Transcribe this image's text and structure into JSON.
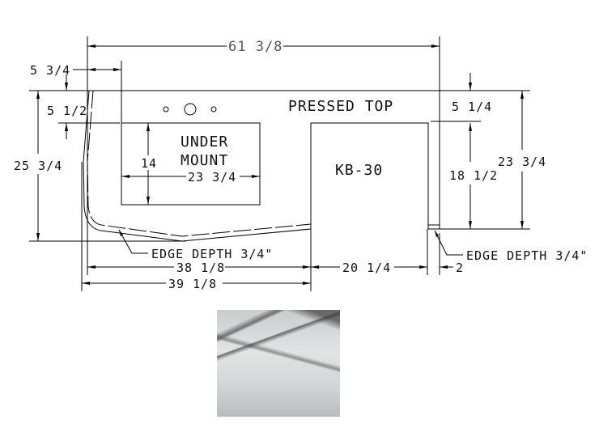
{
  "drawing": {
    "labels": {
      "pressed_top": "PRESSED TOP",
      "sink": [
        "UNDER",
        "MOUNT"
      ],
      "cutout": "KB-30",
      "edge_depth_left": "EDGE DEPTH 3/4\"",
      "edge_depth_right": "EDGE DEPTH 3/4\""
    },
    "dimensions": {
      "overall_width": "61 3/8",
      "sink_offset_left": "5 3/4",
      "sink_offset_top": "5 1/2",
      "left_depth": "25 3/4",
      "sink_depth": "14",
      "sink_width": "23 3/4",
      "right_top_offset": "5 1/4",
      "cutout_depth": "18 1/2",
      "right_depth": "23 3/4",
      "width_to_cutout": "38 1/8",
      "cutout_width": "20 1/4",
      "right_return": "2",
      "width_to_cutout_outer": "39 1/8"
    }
  },
  "swatch": {
    "name": "marble-swatch"
  }
}
